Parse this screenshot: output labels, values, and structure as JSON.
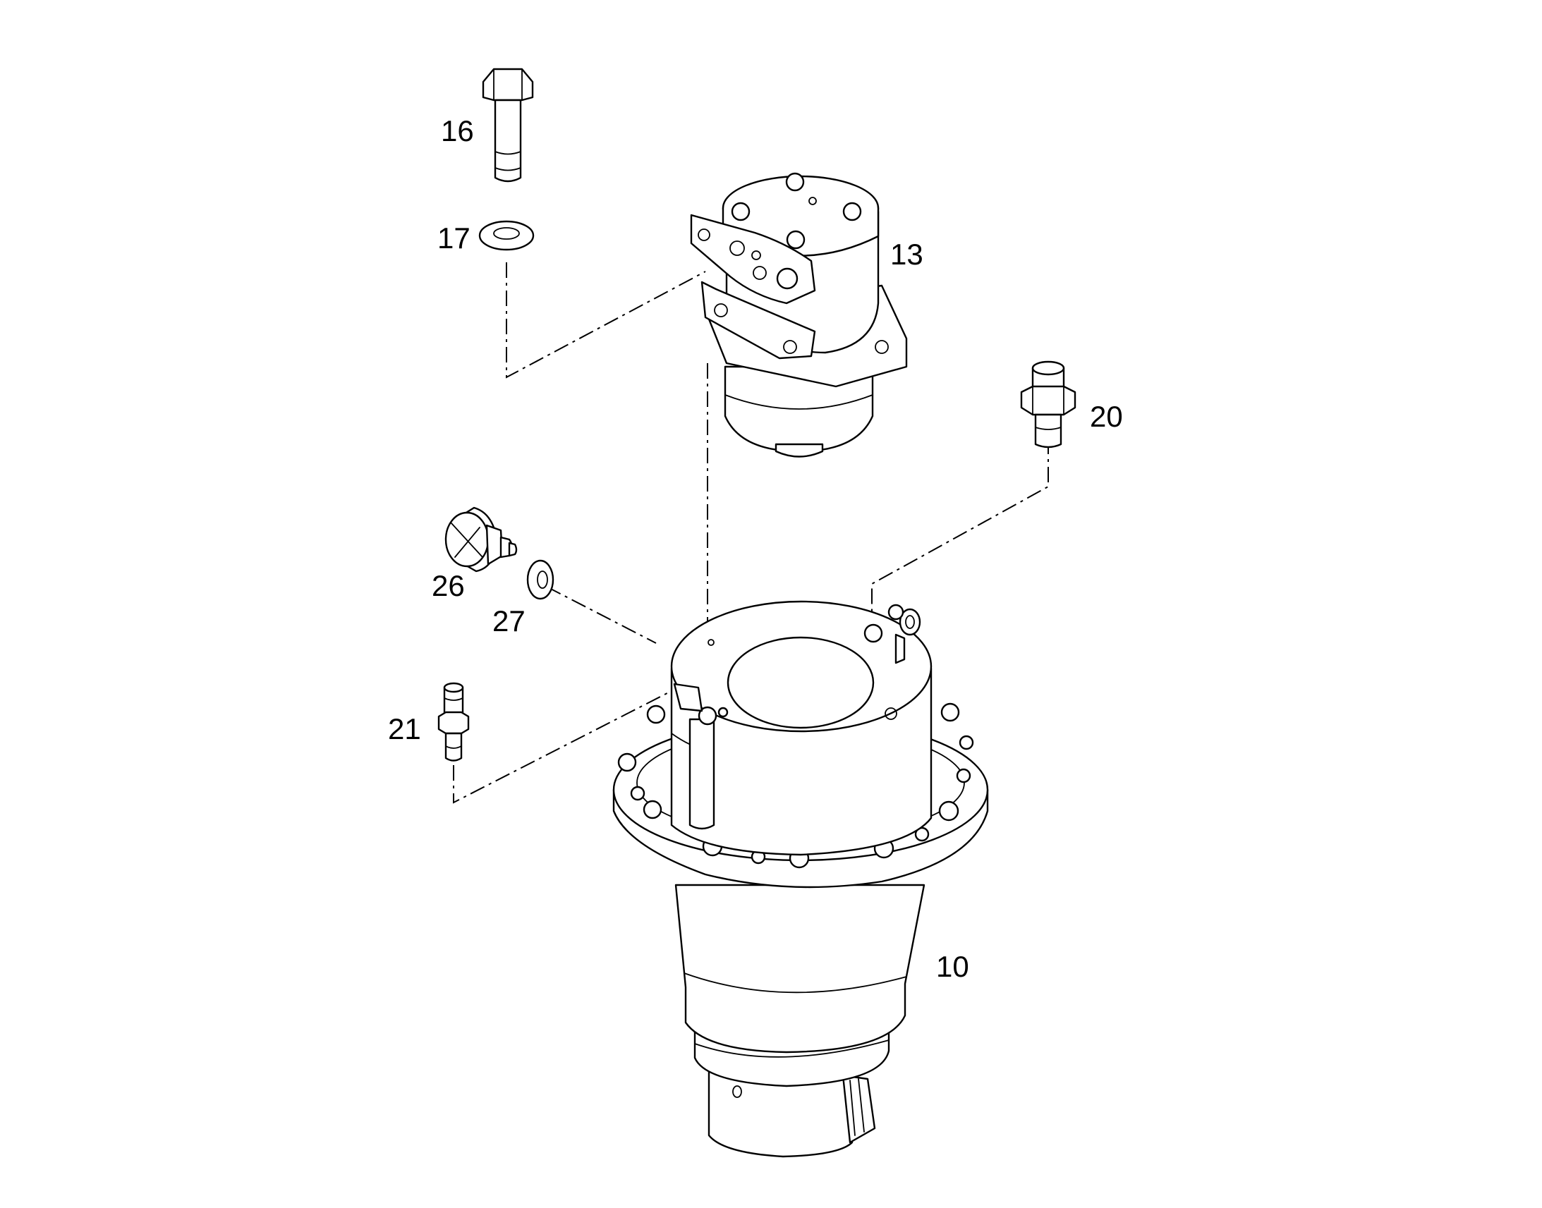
{
  "callouts": [
    {
      "id": "16",
      "label": "16"
    },
    {
      "id": "17",
      "label": "17"
    },
    {
      "id": "13",
      "label": "13"
    },
    {
      "id": "20",
      "label": "20"
    },
    {
      "id": "26",
      "label": "26"
    },
    {
      "id": "27",
      "label": "27"
    },
    {
      "id": "21",
      "label": "21"
    },
    {
      "id": "10",
      "label": "10"
    }
  ],
  "colors": {
    "line": "#000000",
    "background": "#ffffff"
  }
}
